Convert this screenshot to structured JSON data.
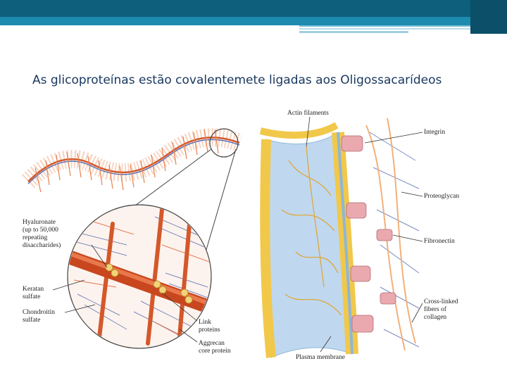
{
  "slide": {
    "title": "As glicoproteínas estão covalentemete ligadas aos Oligossacarídeos"
  },
  "colors": {
    "header_dark": "#0d5f7c",
    "header_light": "#1d8bb0",
    "title_text": "#17375e",
    "core_protein": "#d4582a",
    "side_chains": "#e7834f",
    "keratan": "#5b6fb3",
    "membrane_yellow": "#f1c84a",
    "cytoplasm": "#bfd8ef",
    "integrin": "#e9a9ae"
  },
  "figure": {
    "labels": {
      "hyaluronate": [
        "Hyaluronate",
        "(up to 50,000",
        "repeating",
        "disaccharides)"
      ],
      "keratan": [
        "Keratan",
        "sulfate"
      ],
      "chondroitin": [
        "Chondroitin",
        "sulfate"
      ],
      "link": [
        "Link",
        "proteins"
      ],
      "aggrecan": [
        "Aggrecan",
        "core protein"
      ],
      "actin": "Actin filaments",
      "integrin": "Integrin",
      "proteoglycan": "Proteoglycan",
      "fibronectin": "Fibronectin",
      "collagen": [
        "Cross-linked",
        "fibers of",
        "collagen"
      ],
      "plasma": "Plasma membrane"
    }
  }
}
